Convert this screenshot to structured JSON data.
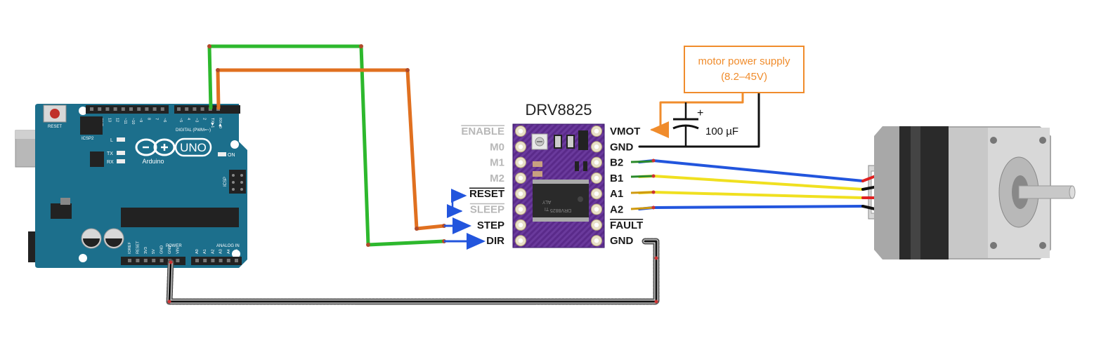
{
  "arduino": {
    "board_name": "UNO",
    "brand": "Arduino",
    "reset_label": "RESET",
    "icsp2_label": "ICSP2",
    "icsp_label": "ICSP",
    "l_label": "L",
    "tx_label": "TX",
    "rx_label": "RX",
    "on_label": "ON",
    "digital_label": "DIGITAL (PWM=~)",
    "power_label": "POWER",
    "analog_label": "ANALOG IN",
    "digital_pins": [
      "AREF",
      "GND",
      "13",
      "12",
      "~11",
      "~10",
      "~9",
      "8",
      "7",
      "~6",
      "~5",
      "4",
      "~3",
      "2",
      "TX▶1",
      "RX◀0"
    ],
    "power_pins": [
      "IOREF",
      "RESET",
      "3V3",
      "5V",
      "GND",
      "GND",
      "VIN"
    ],
    "analog_pins": [
      "A0",
      "A1",
      "A2",
      "A3",
      "A4",
      "A5"
    ]
  },
  "driver": {
    "title": "DRV8825",
    "left_pins": [
      {
        "label": "ENABLE",
        "overline": true,
        "color": "grey"
      },
      {
        "label": "M0",
        "overline": false,
        "color": "grey"
      },
      {
        "label": "M1",
        "overline": false,
        "color": "grey"
      },
      {
        "label": "M2",
        "overline": false,
        "color": "grey"
      },
      {
        "label": "RESET",
        "overline": true,
        "color": "dark"
      },
      {
        "label": "SLEEP",
        "overline": true,
        "color": "grey"
      },
      {
        "label": "STEP",
        "overline": false,
        "color": "dark"
      },
      {
        "label": "DIR",
        "overline": false,
        "color": "dark"
      }
    ],
    "right_pins": [
      {
        "label": "VMOT",
        "overline": false
      },
      {
        "label": "GND",
        "overline": false
      },
      {
        "label": "B2",
        "overline": false
      },
      {
        "label": "B1",
        "overline": false
      },
      {
        "label": "A1",
        "overline": false
      },
      {
        "label": "A2",
        "overline": false
      },
      {
        "label": "FAULT",
        "overline": true
      },
      {
        "label": "GND",
        "overline": false
      }
    ],
    "chip_text": [
      "DRV8825",
      "ALY",
      "TI"
    ]
  },
  "power_supply": {
    "line1": "motor power supply",
    "line2": "(8.2–45V)"
  },
  "capacitor": {
    "value": "100 µF",
    "polarity": "+"
  },
  "colors": {
    "green_wire": "#2db82d",
    "orange_wire": "#e07020",
    "blue_wire": "#2255dd",
    "yellow_wire": "#f0e020",
    "black_wire": "#111111",
    "board_blue": "#1c6f8c",
    "driver_purple": "#5a2a8a",
    "supply_orange": "#f08c2c",
    "pin_grey": "#b8b8b8"
  }
}
